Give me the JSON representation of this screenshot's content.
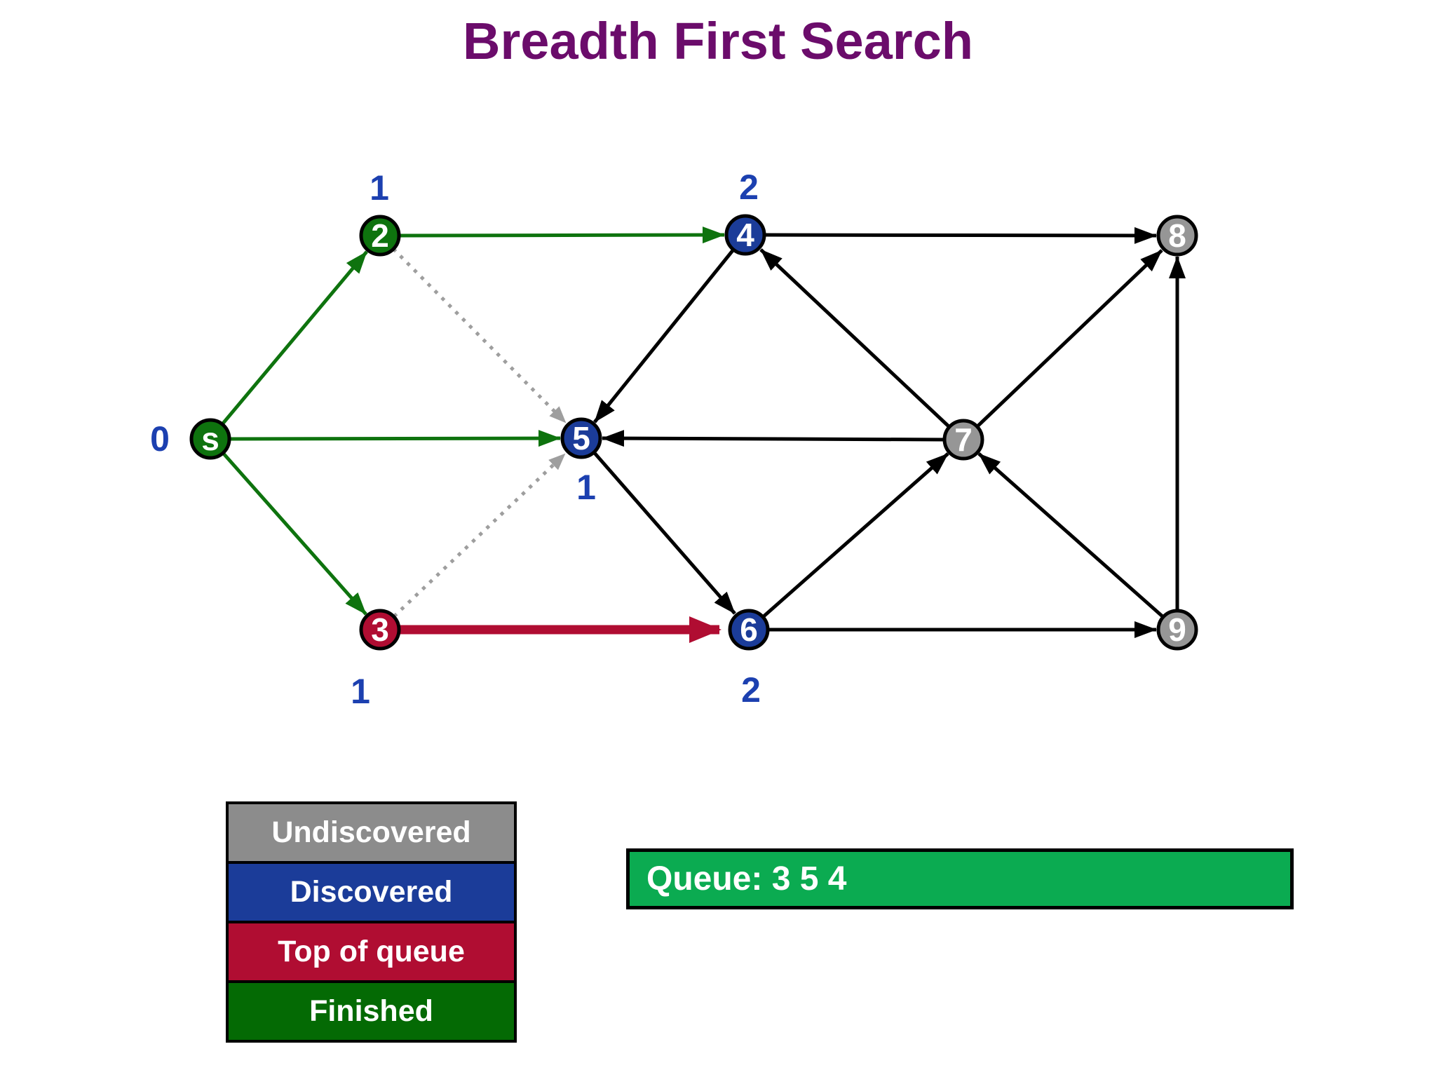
{
  "title": "Breadth First Search",
  "palette": {
    "finished": "#0E730E",
    "discovered": "#1B3C99",
    "top_of_queue": "#B00D32",
    "undiscovered": "#969696",
    "tree_edge_green": "#0E730E",
    "non_tree_edge_gray": "#9E9E9E",
    "active_edge_red": "#B00D32",
    "plain_edge_black": "#000000",
    "distance_label_blue": "#1C40B0",
    "title_purple": "#6B0C6B",
    "queue_bar_green": "#0BAB51",
    "legend_undiscovered": "#8C8C8C",
    "legend_discovered": "#1B3C99",
    "legend_top_of_queue": "#B00D32",
    "legend_finished": "#046A04"
  },
  "graph": {
    "nodes": [
      {
        "id": "s",
        "label": "s",
        "state": "finished",
        "distance": "0"
      },
      {
        "id": "2",
        "label": "2",
        "state": "finished",
        "distance": "1"
      },
      {
        "id": "3",
        "label": "3",
        "state": "top_of_queue",
        "distance": "1"
      },
      {
        "id": "4",
        "label": "4",
        "state": "discovered",
        "distance": "2"
      },
      {
        "id": "5",
        "label": "5",
        "state": "discovered",
        "distance": "1"
      },
      {
        "id": "6",
        "label": "6",
        "state": "discovered",
        "distance": "2"
      },
      {
        "id": "7",
        "label": "7",
        "state": "undiscovered"
      },
      {
        "id": "8",
        "label": "8",
        "state": "undiscovered"
      },
      {
        "id": "9",
        "label": "9",
        "state": "undiscovered"
      }
    ],
    "edges": [
      {
        "from": "s",
        "to": "2",
        "style": "green-tree"
      },
      {
        "from": "s",
        "to": "5",
        "style": "green-tree"
      },
      {
        "from": "s",
        "to": "3",
        "style": "green-tree"
      },
      {
        "from": "2",
        "to": "4",
        "style": "green-tree"
      },
      {
        "from": "2",
        "to": "5",
        "style": "gray-dotted"
      },
      {
        "from": "3",
        "to": "5",
        "style": "gray-dotted"
      },
      {
        "from": "3",
        "to": "6",
        "style": "red-active"
      },
      {
        "from": "4",
        "to": "5",
        "style": "black"
      },
      {
        "from": "4",
        "to": "8",
        "style": "black"
      },
      {
        "from": "5",
        "to": "6",
        "style": "black"
      },
      {
        "from": "6",
        "to": "7",
        "style": "black"
      },
      {
        "from": "6",
        "to": "9",
        "style": "black"
      },
      {
        "from": "7",
        "to": "4",
        "style": "black"
      },
      {
        "from": "7",
        "to": "5",
        "style": "black"
      },
      {
        "from": "7",
        "to": "8",
        "style": "black"
      },
      {
        "from": "9",
        "to": "7",
        "style": "black"
      },
      {
        "from": "9",
        "to": "8",
        "style": "black"
      }
    ]
  },
  "legend": {
    "items": [
      {
        "label": "Undiscovered",
        "color": "#8C8C8C"
      },
      {
        "label": "Discovered",
        "color": "#1B3C99"
      },
      {
        "label": "Top of queue",
        "color": "#B00D32"
      },
      {
        "label": "Finished",
        "color": "#046A04"
      }
    ]
  },
  "queue": {
    "label": "Queue: 3 5 4",
    "items": [
      "3",
      "5",
      "4"
    ]
  }
}
